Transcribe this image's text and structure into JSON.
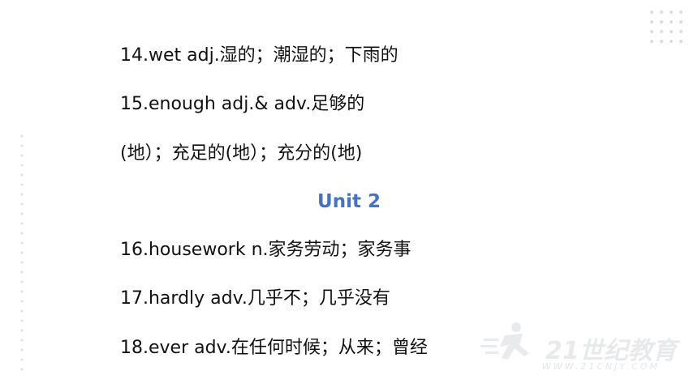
{
  "lines": [
    "14.wet adj.湿的；潮湿的；下雨的",
    "15.enough adj.& adv.足够的",
    "(地）；充足的(地）；充分的(地)",
    "16.housework n.家务劳动；家务事",
    "17.hardly adv.几乎不；几乎没有",
    "18.ever adv.在任何时候；从来；曾经"
  ],
  "heading": "Unit 2",
  "watermark": {
    "brand": "21世纪教育",
    "url": "WWW.21CNJY.COM"
  },
  "colors": {
    "heading": "#4472c4",
    "text": "#111111",
    "dots": "#dcdcdc"
  }
}
